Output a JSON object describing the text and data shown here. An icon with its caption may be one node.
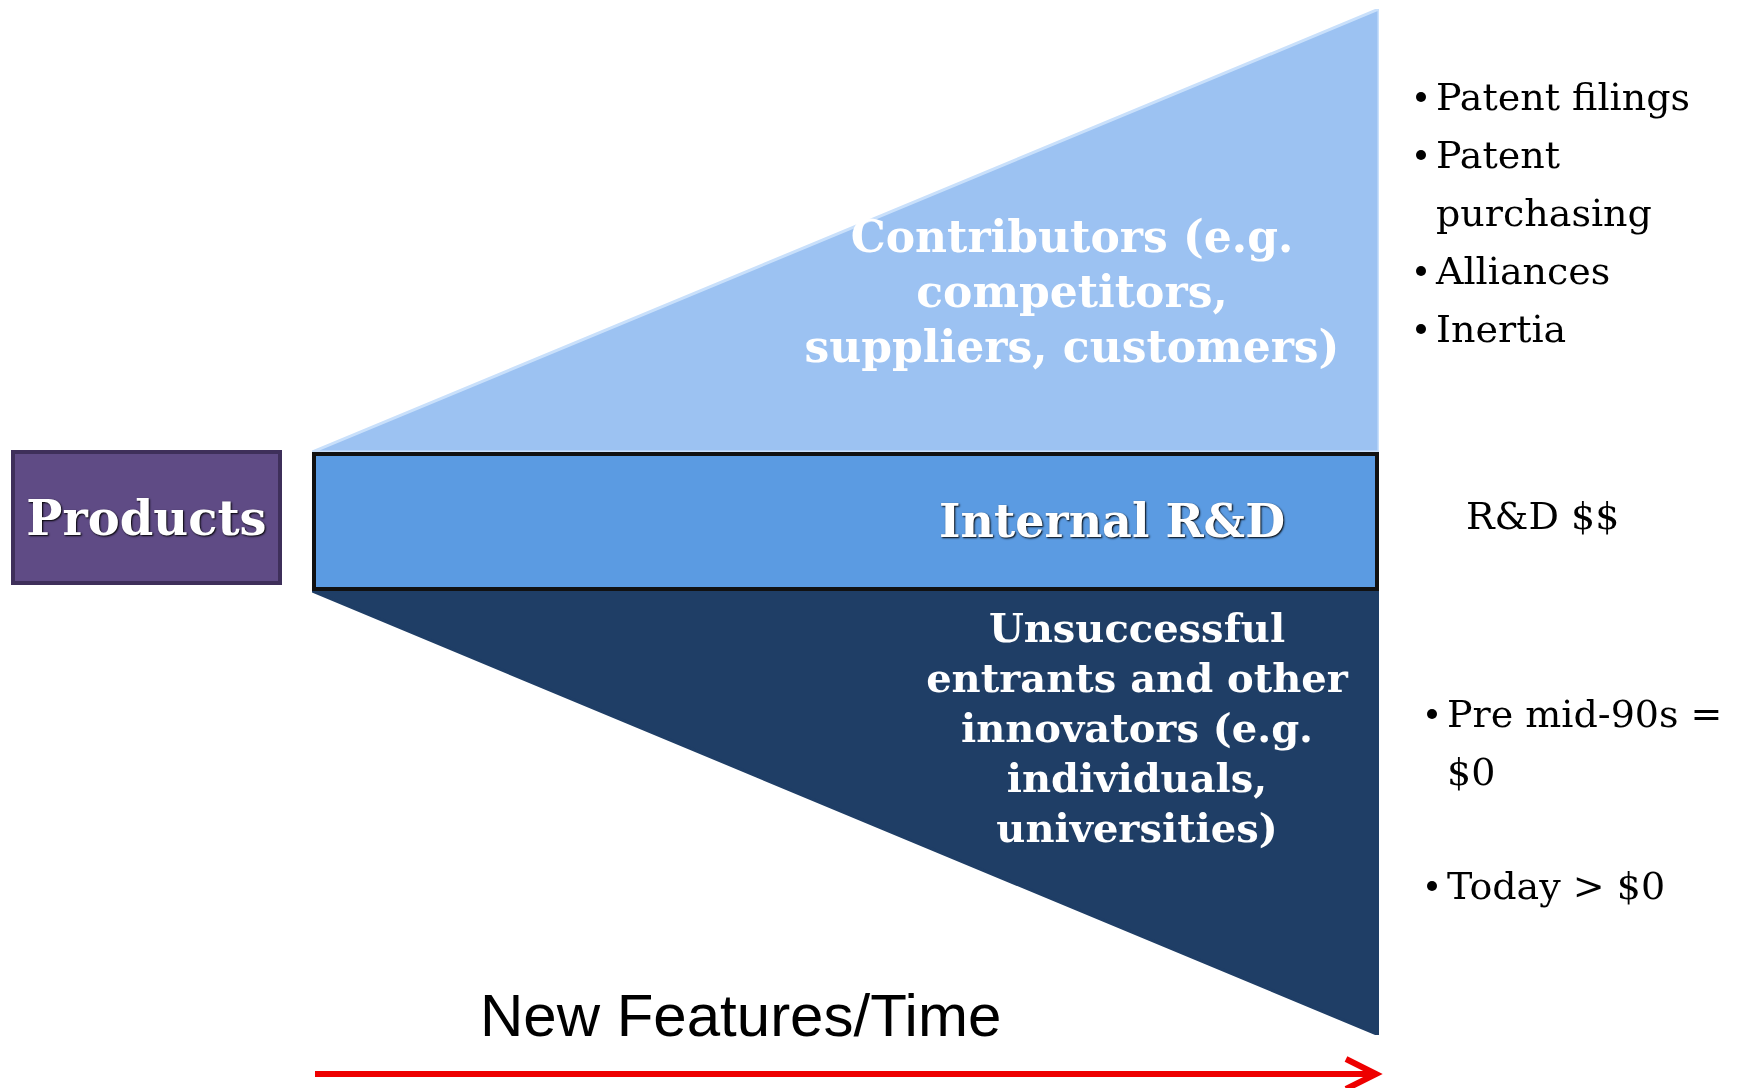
{
  "diagram": {
    "nodes": [
      {
        "text": [
          "Products"
        ]
      },
      {
        "text": [
          "Contributors (e.g. competitors, suppliers, customers)"
        ]
      },
      {
        "text": [
          "Internal R&D"
        ]
      },
      {
        "text": [
          "Unsuccessful entrants and other innovators (e.g. individuals, universities)"
        ]
      }
    ],
    "edges": [],
    "labels": [
      "Patent filings",
      "Patent purchasing",
      "Alliances",
      "Inertia",
      "R&D $$",
      "Pre mid-90s = $0",
      "Today > $0",
      "New Features/Time"
    ]
  }
}
